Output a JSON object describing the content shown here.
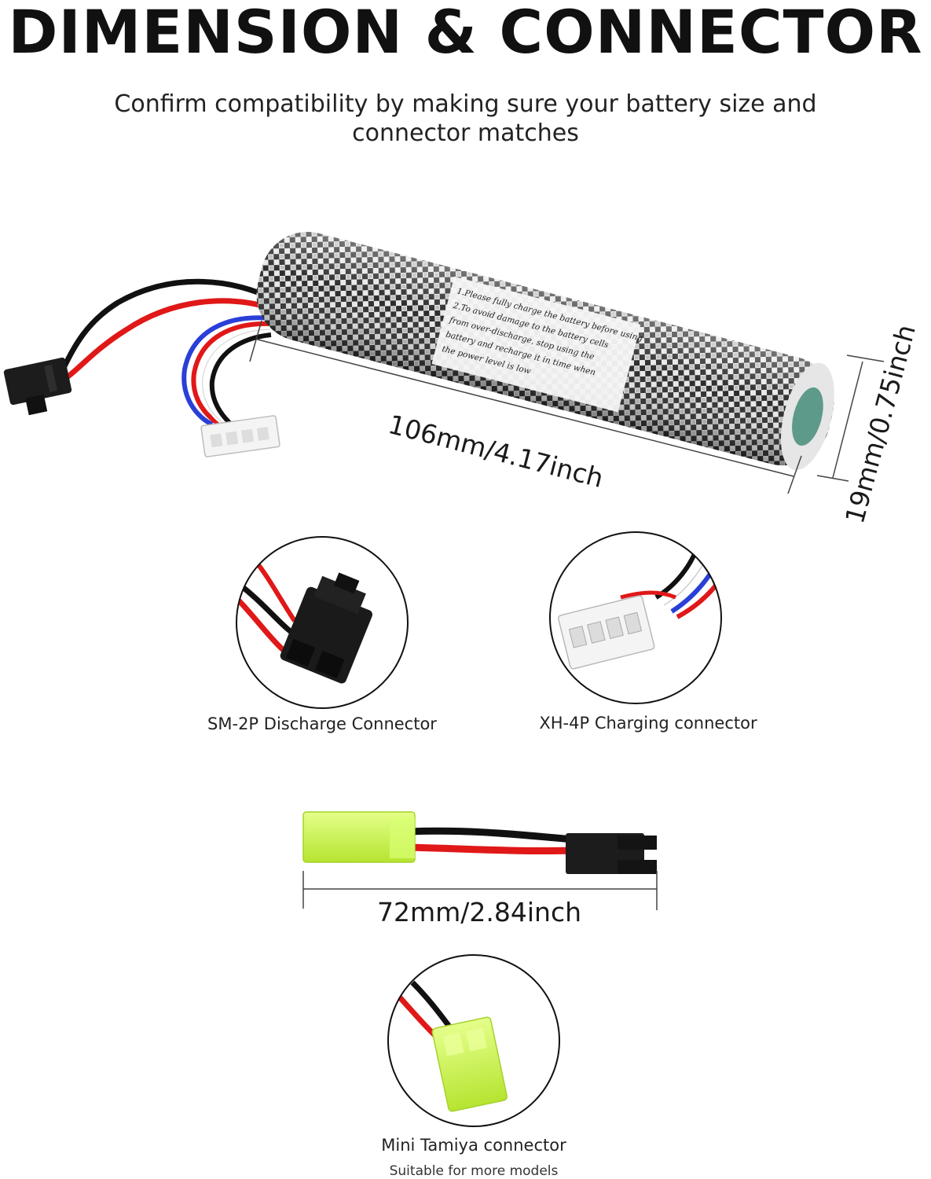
{
  "header": {
    "title": "DIMENSION & CONNECTOR",
    "subtitle": "Confirm compatibility by making sure your battery size and connector matches"
  },
  "battery": {
    "label_lines": [
      "1.Please fully charge the battery before using",
      "2.To avoid damage to the battery cells",
      "from over-discharge, stop using the",
      "battery and recharge it in time when",
      "the power level is low"
    ],
    "length_label": "106mm/4.17inch",
    "diameter_label": "19mm/0.75inch"
  },
  "connectors": {
    "sm2p": {
      "label": "SM-2P Discharge Connector"
    },
    "xh4p": {
      "label": "XH-4P Charging connector"
    },
    "adapter": {
      "length_label": "72mm/2.84inch"
    },
    "tamiya": {
      "label": "Mini Tamiya connector",
      "sublabel": "Suitable for more models"
    }
  },
  "colors": {
    "wire_red": "#e01818",
    "wire_black": "#111111",
    "wire_blue": "#2a3fd8",
    "connector_white": "#f4f4f4",
    "tamiya_green": "#c9f24a",
    "battery_dark": "#2b2b2b",
    "battery_light": "#e8e8e8"
  }
}
